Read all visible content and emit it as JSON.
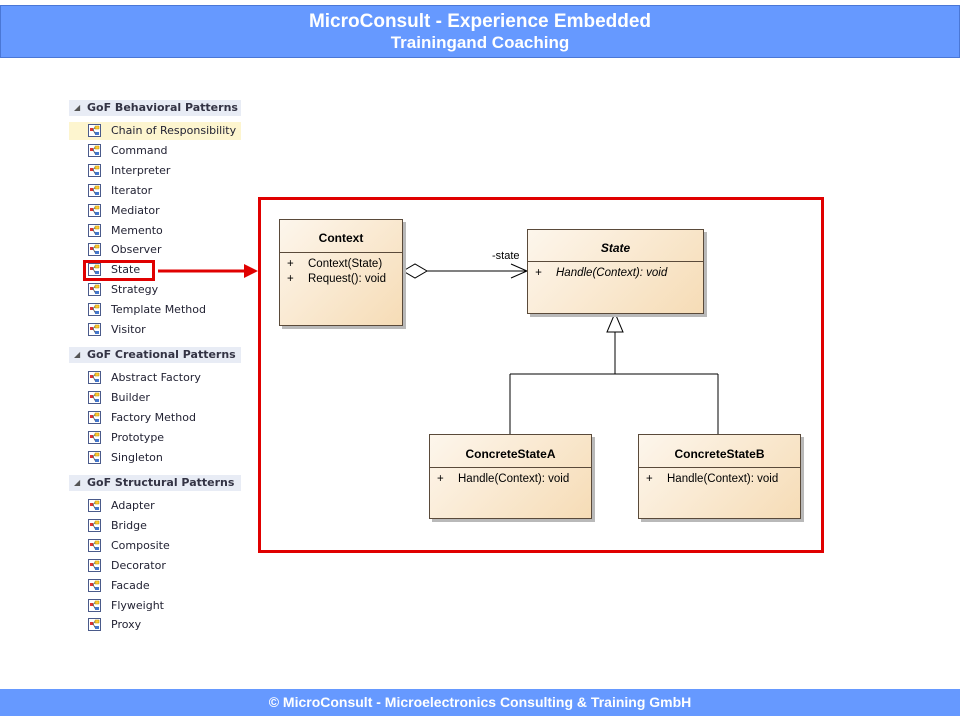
{
  "header": {
    "title": "MicroConsult  - Experience Embedded",
    "subtitle": "Trainingand Coaching"
  },
  "footer": {
    "text": "© MicroConsult - Microelectronics Consulting & Training GmbH"
  },
  "colors": {
    "header_bg": "#6699ff",
    "highlight": "#e00000",
    "class_fill": "#f6dcb6"
  },
  "tree": {
    "groups": [
      {
        "label": "GoF Behavioral Patterns",
        "items": [
          "Chain of Responsibility",
          "Command",
          "Interpreter",
          "Iterator",
          "Mediator",
          "Memento",
          "Observer",
          "State",
          "Strategy",
          "Template Method",
          "Visitor"
        ]
      },
      {
        "label": "GoF Creational Patterns",
        "items": [
          "Abstract Factory",
          "Builder",
          "Factory Method",
          "Prototype",
          "Singleton"
        ]
      },
      {
        "label": "GoF Structural Patterns",
        "items": [
          "Adapter",
          "Bridge",
          "Composite",
          "Decorator",
          "Facade",
          "Flyweight",
          "Proxy"
        ]
      }
    ],
    "item_icon": "pattern-icon"
  },
  "diagram": {
    "context": {
      "name": "Context",
      "ops": [
        {
          "vis": "+",
          "sig": "Context(State)"
        },
        {
          "vis": "+",
          "sig": "Request(): void"
        }
      ]
    },
    "state": {
      "name": "State",
      "ops": [
        {
          "vis": "+",
          "sig": "Handle(Context): void"
        }
      ]
    },
    "concrete_a": {
      "name": "ConcreteStateA",
      "ops": [
        {
          "vis": "+",
          "sig": "Handle(Context): void"
        }
      ]
    },
    "concrete_b": {
      "name": "ConcreteStateB",
      "ops": [
        {
          "vis": "+",
          "sig": "Handle(Context): void"
        }
      ]
    },
    "association_role": "-state"
  }
}
